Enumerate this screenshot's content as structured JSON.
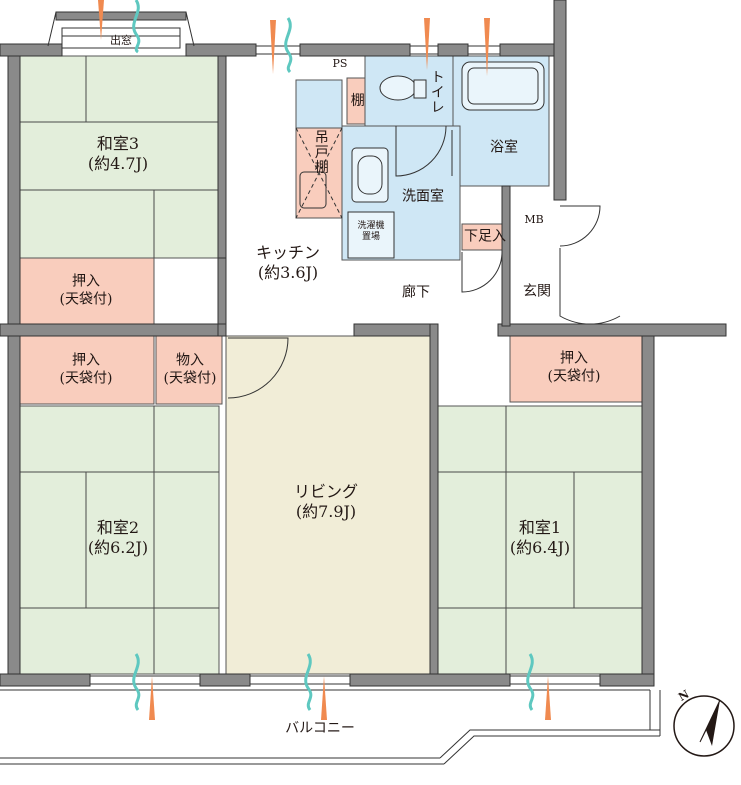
{
  "rooms": {
    "washitsu3": {
      "name": "和室3",
      "size": "(約4.7J)"
    },
    "washitsu2": {
      "name": "和室2",
      "size": "(約6.2J)"
    },
    "washitsu1": {
      "name": "和室1",
      "size": "(約6.4J)"
    },
    "living": {
      "name": "リビング",
      "size": "(約7.9J)"
    },
    "kitchen": {
      "name": "キッチン",
      "size": "(約3.6J)"
    }
  },
  "storage": {
    "oshiire_top": {
      "name": "押入",
      "sub": "(天袋付)"
    },
    "oshiire_left": {
      "name": "押入",
      "sub": "(天袋付)"
    },
    "monoire": {
      "name": "物入",
      "sub": "(天袋付)"
    },
    "oshiire_right": {
      "name": "押入",
      "sub": "(天袋付)"
    }
  },
  "labels": {
    "demado": "出窓",
    "ps": "PS",
    "toilet": "トイレ",
    "tana": "棚",
    "tsuritodana": "吊戸棚",
    "yokushitsu": "浴室",
    "senmenshitsu": "洗面室",
    "sentakuki": "洗濯機",
    "okiba": "置場",
    "mb": "MB",
    "getabako": "下足入",
    "rouka": "廊下",
    "genkan": "玄関",
    "balcony": "バルコニー",
    "compass": "N"
  },
  "colors": {
    "tatami": "#e3eedb",
    "storage": "#f9cdbd",
    "water": "#cfe7f5",
    "living_floor": "#f1edd7",
    "wall": "#8a8a8a",
    "vent": "#f08a50",
    "vent_blue": "#5ec8c0"
  }
}
